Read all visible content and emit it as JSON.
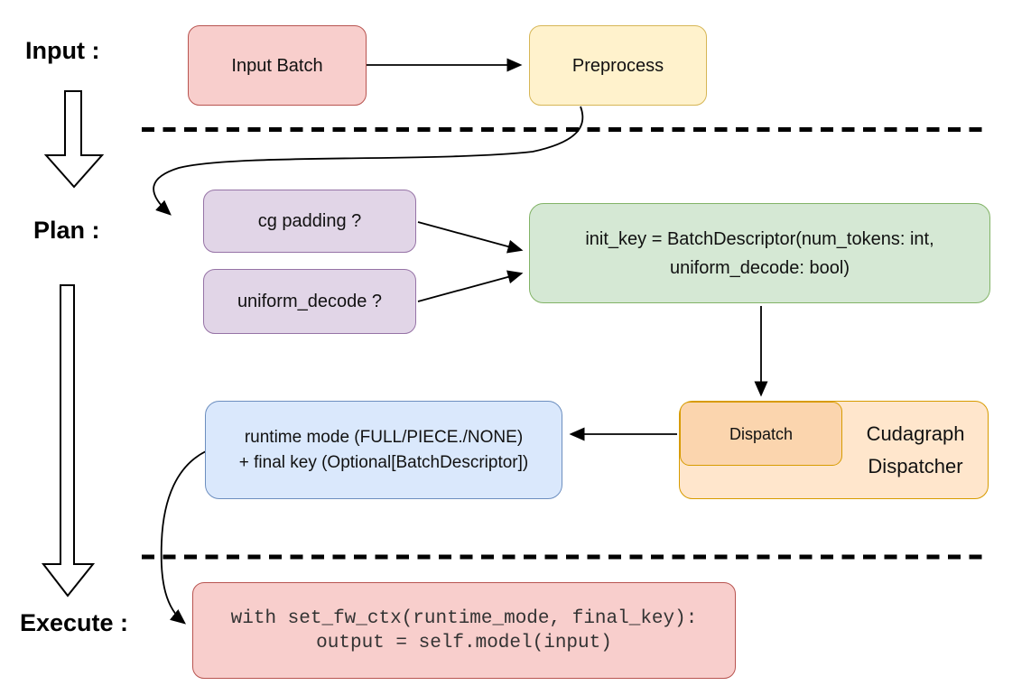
{
  "stage_labels": {
    "input": "Input :",
    "plan": "Plan :",
    "execute": "Execute :"
  },
  "nodes": {
    "input_batch": {
      "label": "Input Batch"
    },
    "preprocess": {
      "label": "Preprocess"
    },
    "cg_padding": {
      "label": "cg padding ?"
    },
    "uniform_decode": {
      "label": "uniform_decode ?"
    },
    "init_key": {
      "line1": "init_key = BatchDescriptor(num_tokens: int,",
      "line2": "uniform_decode: bool)"
    },
    "runtime_result": {
      "line1": "runtime mode (FULL/PIECE./NONE)",
      "line2": "+ final key (Optional[BatchDescriptor])"
    },
    "dispatch": {
      "label": "Dispatch"
    },
    "cudagraph_dispatcher": {
      "line1": "Cudagraph",
      "line2": "Dispatcher"
    },
    "execute_code": {
      "line1": "with set_fw_ctx(runtime_mode, final_key):",
      "line2": "output = self.model(input)"
    }
  },
  "colors": {
    "red_fill": "#f8cecc",
    "red_stroke": "#b85450",
    "yellow_fill": "#fff2cc",
    "yellow_stroke": "#d6b656",
    "purple_fill": "#e1d5e7",
    "purple_stroke": "#9673a6",
    "green_fill": "#d5e8d4",
    "green_stroke": "#82b366",
    "blue_fill": "#dae8fc",
    "blue_stroke": "#6c8ebf",
    "orange_fill": "#ffe6cc",
    "orange_stroke": "#d79b00",
    "peach_fill": "#fbd5ae",
    "connector": "#000000",
    "background": "#ffffff"
  }
}
